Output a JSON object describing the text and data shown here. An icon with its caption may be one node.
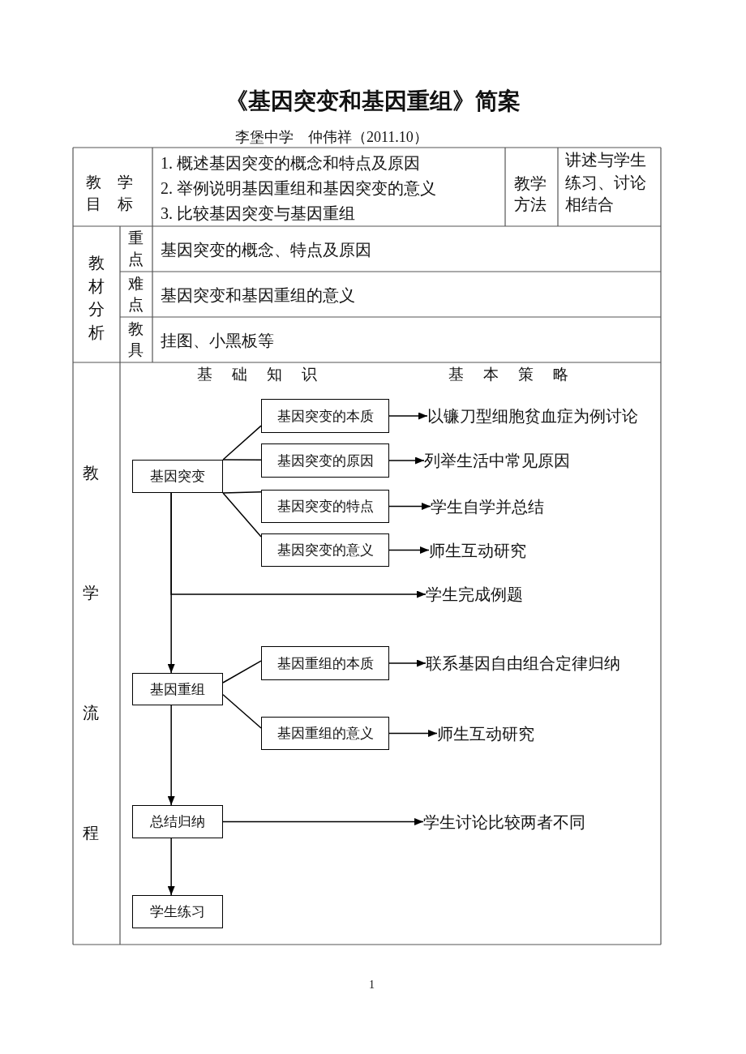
{
  "diagram": {
    "title": "《基因突变和基因重组》简案",
    "nodes": [
      {
        "text": [
          "基因突变"
        ]
      },
      {
        "text": [
          "基因突变的本质"
        ]
      },
      {
        "text": [
          "基因突变的原因"
        ]
      },
      {
        "text": [
          "基因突变的特点"
        ]
      },
      {
        "text": [
          "基因突变的意义"
        ]
      },
      {
        "text": [
          "以镰刀型细胞贫血症为例讨论"
        ]
      },
      {
        "text": [
          "列举生活中常见原因"
        ]
      },
      {
        "text": [
          "学生自学并总结"
        ]
      },
      {
        "text": [
          "师生互动研究"
        ]
      },
      {
        "text": [
          "学生完成例题"
        ]
      },
      {
        "text": [
          "基因重组"
        ]
      },
      {
        "text": [
          "基因重组的本质"
        ]
      },
      {
        "text": [
          "基因重组的意义"
        ]
      },
      {
        "text": [
          "联系基因自由组合定律归纳"
        ]
      },
      {
        "text": [
          "师生互动研究"
        ]
      },
      {
        "text": [
          "总结归纳"
        ]
      },
      {
        "text": [
          "学生讨论比较两者不同"
        ]
      },
      {
        "text": [
          "学生练习"
        ]
      }
    ],
    "edges": [
      {
        "from": 0,
        "to": 1,
        "arrow": "none"
      },
      {
        "from": 0,
        "to": 2,
        "arrow": "none"
      },
      {
        "from": 0,
        "to": 3,
        "arrow": "none"
      },
      {
        "from": 0,
        "to": 4,
        "arrow": "none"
      },
      {
        "from": 1,
        "to": 5,
        "arrow": "to"
      },
      {
        "from": 2,
        "to": 6,
        "arrow": "to"
      },
      {
        "from": 3,
        "to": 7,
        "arrow": "to"
      },
      {
        "from": 4,
        "to": 8,
        "arrow": "to"
      },
      {
        "from": 0,
        "to": 9,
        "arrow": "to"
      },
      {
        "from": 0,
        "to": 10,
        "arrow": "to"
      },
      {
        "from": 10,
        "to": 11,
        "arrow": "none"
      },
      {
        "from": 10,
        "to": 12,
        "arrow": "none"
      },
      {
        "from": 11,
        "to": 13,
        "arrow": "to"
      },
      {
        "from": 12,
        "to": 14,
        "arrow": "to"
      },
      {
        "from": 10,
        "to": 15,
        "arrow": "to"
      },
      {
        "from": 15,
        "to": 16,
        "arrow": "to"
      },
      {
        "from": 15,
        "to": 17,
        "arrow": "to"
      }
    ],
    "labels": [
      "李堡中学　仲伟祥（2011.10）",
      "教学目标",
      "1. 概述基因突变的概念和特点及原因",
      "2. 举例说明基因重组和基因突变的意义",
      "3. 比较基因突变与基因重组",
      "教学方法",
      "讲述与学生练习、讨论相结合",
      "教材分析",
      "重点",
      "基因突变的概念、特点及原因",
      "难点",
      "基因突变和基因重组的意义",
      "教具",
      "挂图、小黑板等",
      "教学流程",
      "基础知识",
      "基本策略",
      "1"
    ]
  }
}
